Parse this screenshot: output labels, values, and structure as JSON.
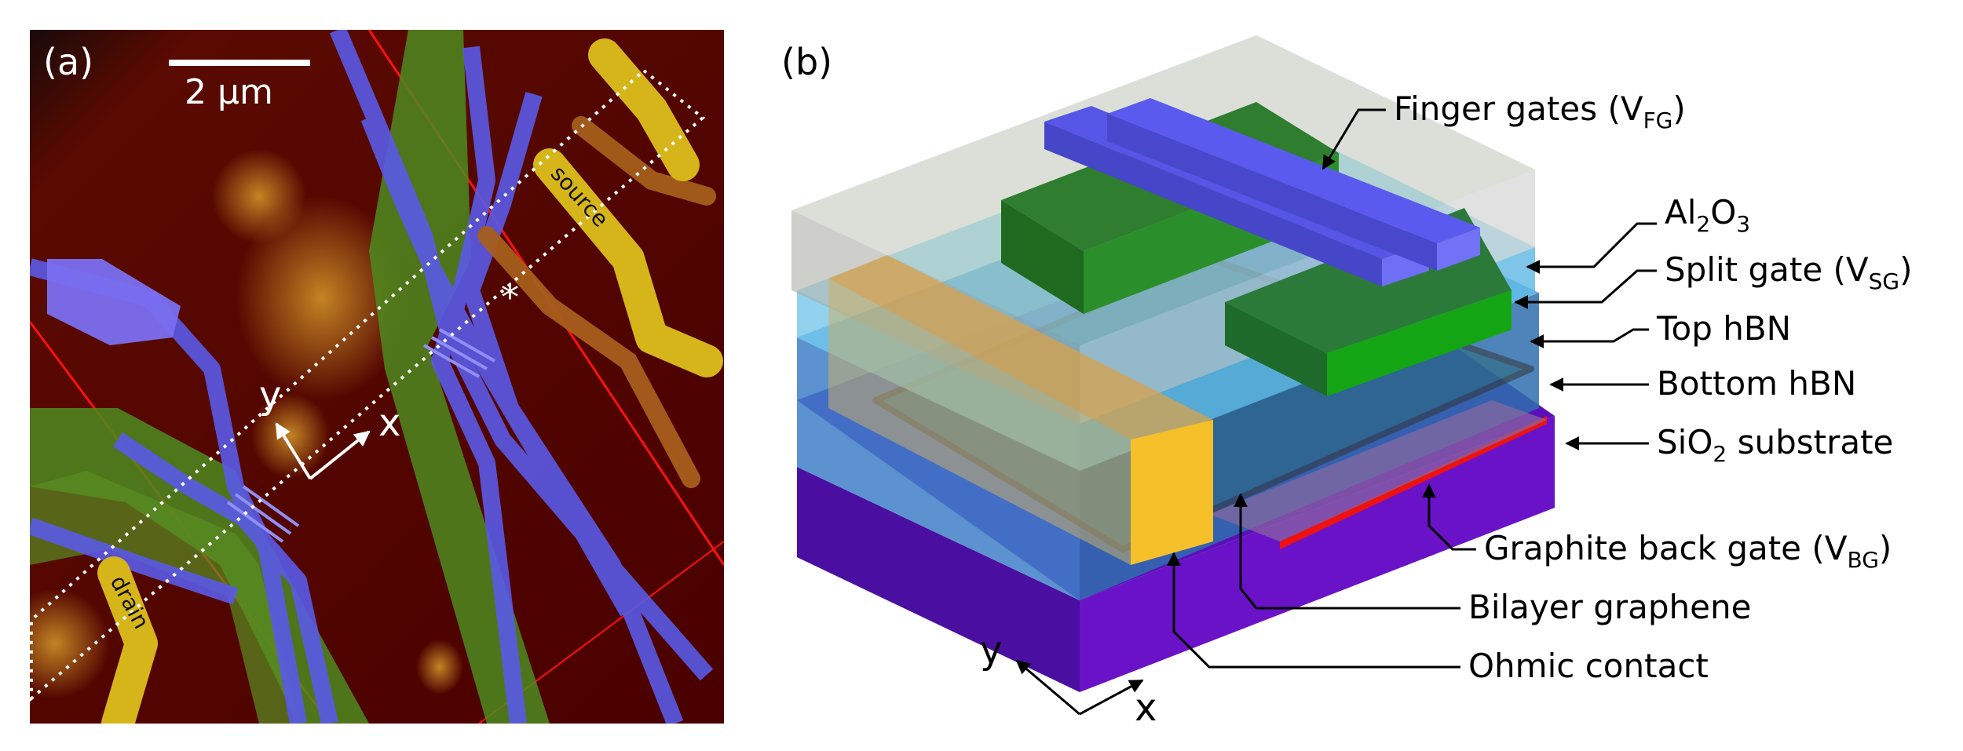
{
  "panel_a": {
    "label": "(a)",
    "scale_bar": "2 μm",
    "source": "source",
    "drain": "drain",
    "asterisk": "*",
    "axis_y": "y",
    "axis_x": "x"
  },
  "panel_b": {
    "label": "(b)",
    "axis_y": "y",
    "axis_x": "x",
    "labels": {
      "finger_gates": "Finger gates (V",
      "finger_gates_sub": "FG",
      "finger_gates_close": ")",
      "al2o3_a": "Al",
      "al2o3_sub1": "2",
      "al2o3_b": "O",
      "al2o3_sub2": "3",
      "split_gate": "Split gate (V",
      "split_gate_sub": "SG",
      "split_gate_close": ")",
      "top_hbn": "Top hBN",
      "bottom_hbn": "Bottom hBN",
      "sio2_a": "SiO",
      "sio2_sub": "2",
      "sio2_b": " substrate",
      "back_gate": "Graphite back gate (V",
      "back_gate_sub": "BG",
      "back_gate_close": ")",
      "bilayer": "Bilayer graphene",
      "ohmic": "Ohmic contact"
    }
  },
  "colors": {
    "finger": "#5050e0",
    "split": "#1f9a1f",
    "ohmic": "#f5c02a",
    "substrate": "#6a14c8",
    "backgate": "#ee1111",
    "hbn": "#5cc3ea",
    "afm_bg": "#5a0000"
  }
}
